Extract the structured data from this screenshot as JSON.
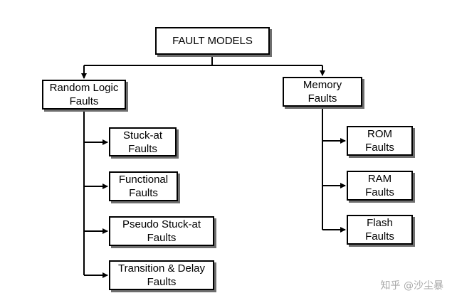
{
  "nodes": {
    "root": "FAULT MODELS",
    "random_logic": "Random Logic\nFaults",
    "memory": "Memory\nFaults",
    "stuck_at": "Stuck-at\nFaults",
    "functional": "Functional\nFaults",
    "pseudo_stuck_at": "Pseudo Stuck-at\nFaults",
    "transition_delay": "Transition & Delay\nFaults",
    "rom": "ROM\nFaults",
    "ram": "RAM\nFaults",
    "flash": "Flash\nFaults"
  },
  "watermark": "知乎 @沙尘暴"
}
